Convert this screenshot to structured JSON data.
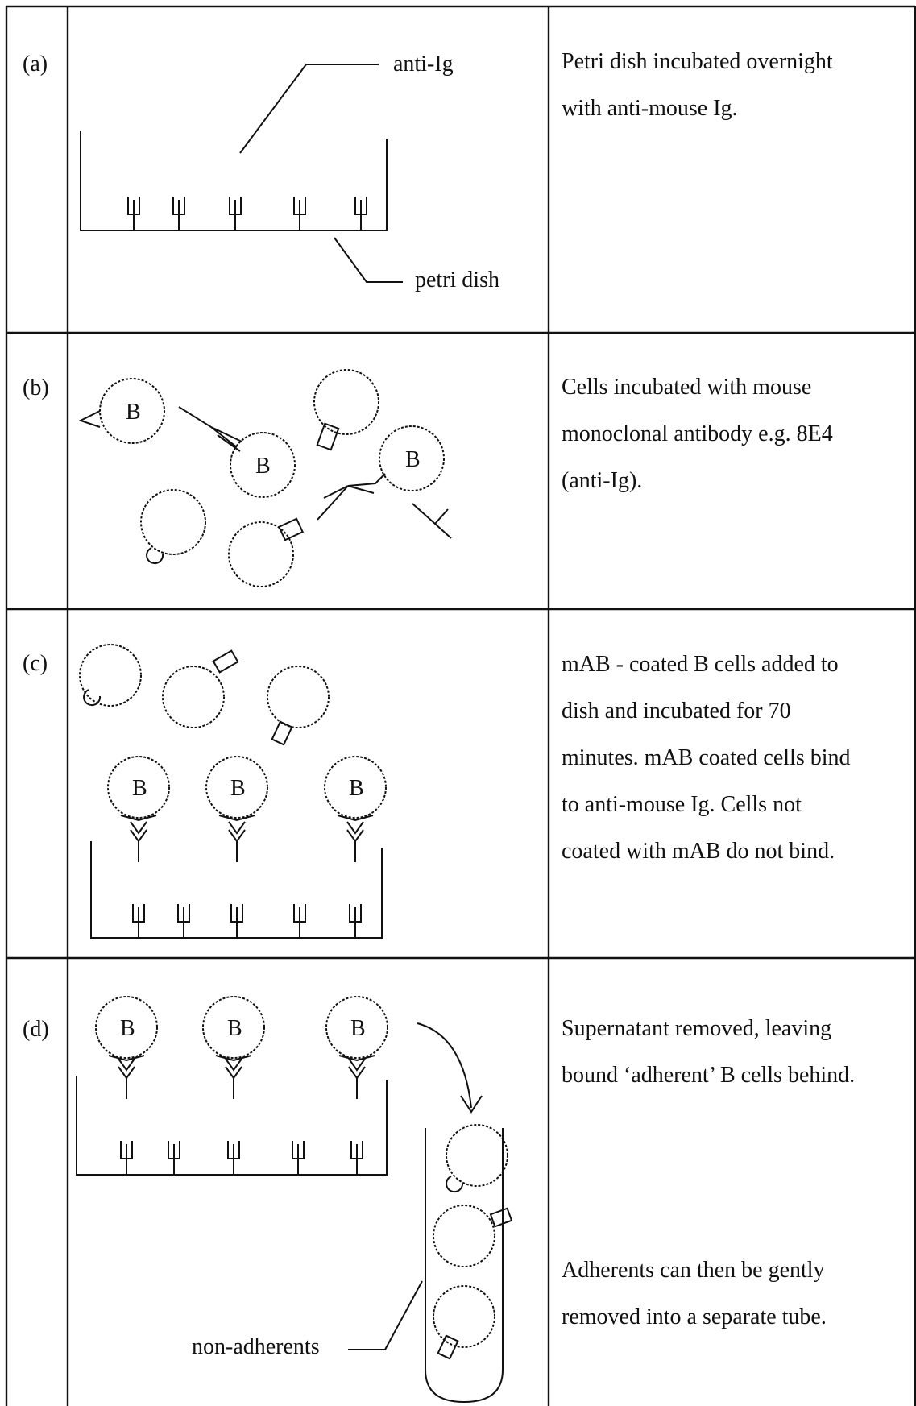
{
  "rows": [
    {
      "label": "(a)",
      "diagram": {
        "top_label": "anti-Ig",
        "bottom_label": "petri dish"
      },
      "description_lines": [
        "Petri dish incubated overnight",
        "with anti-mouse Ig."
      ]
    },
    {
      "label": "(b)",
      "diagram": {
        "cell_letter": "B"
      },
      "description_lines": [
        "Cells incubated with mouse",
        "monoclonal antibody e.g. 8E4",
        "(anti-Ig)."
      ]
    },
    {
      "label": "(c)",
      "diagram": {
        "cell_letter": "B"
      },
      "description_lines": [
        "mAB - coated B cells added to",
        "dish and incubated for 70",
        "minutes. mAB coated cells bind",
        "to anti-mouse Ig.   Cells not",
        "coated with mAB do not bind."
      ]
    },
    {
      "label": "(d)",
      "diagram": {
        "cell_letter": "B",
        "tube_label": "non-adherents"
      },
      "description_lines": [
        "Supernatant removed, leaving",
        "bound ‘adherent’ B cells behind."
      ],
      "description_lines_2": [
        "Adherents can then be gently",
        "removed into a separate tube."
      ]
    }
  ]
}
